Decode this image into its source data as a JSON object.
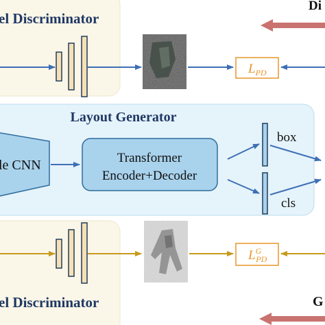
{
  "top": {
    "title": "el Discriminator",
    "loss": {
      "main": "L",
      "sub": "PD",
      "sup": ""
    },
    "right_label": "Di"
  },
  "middle": {
    "title": "Layout Generator",
    "cnn_label": "le CNN",
    "transformer_line1": "Transformer",
    "transformer_line2": "Encoder+Decoder",
    "box_label": "box",
    "cls_label": "cls"
  },
  "bottom": {
    "title": "el Discriminator",
    "loss": {
      "main": "L",
      "sub": "PD",
      "sup": "G"
    },
    "right_label": "G"
  },
  "colors": {
    "panel_bg": "#faf6e8",
    "generator_bg": "#e5f3fb",
    "generator_border": "#b9dcee",
    "node_fill": "#a9d2ec",
    "node_stroke": "#2e6d9c",
    "layer_fill": "#f7e0b5",
    "layer_stroke": "#1f3d5c",
    "blue_arrow": "#3d6fb5",
    "gold_arrow": "#c79a1c",
    "loss_orange": "#e8952a",
    "red_arrow": "#c9726f",
    "title_navy": "#1f3864"
  }
}
